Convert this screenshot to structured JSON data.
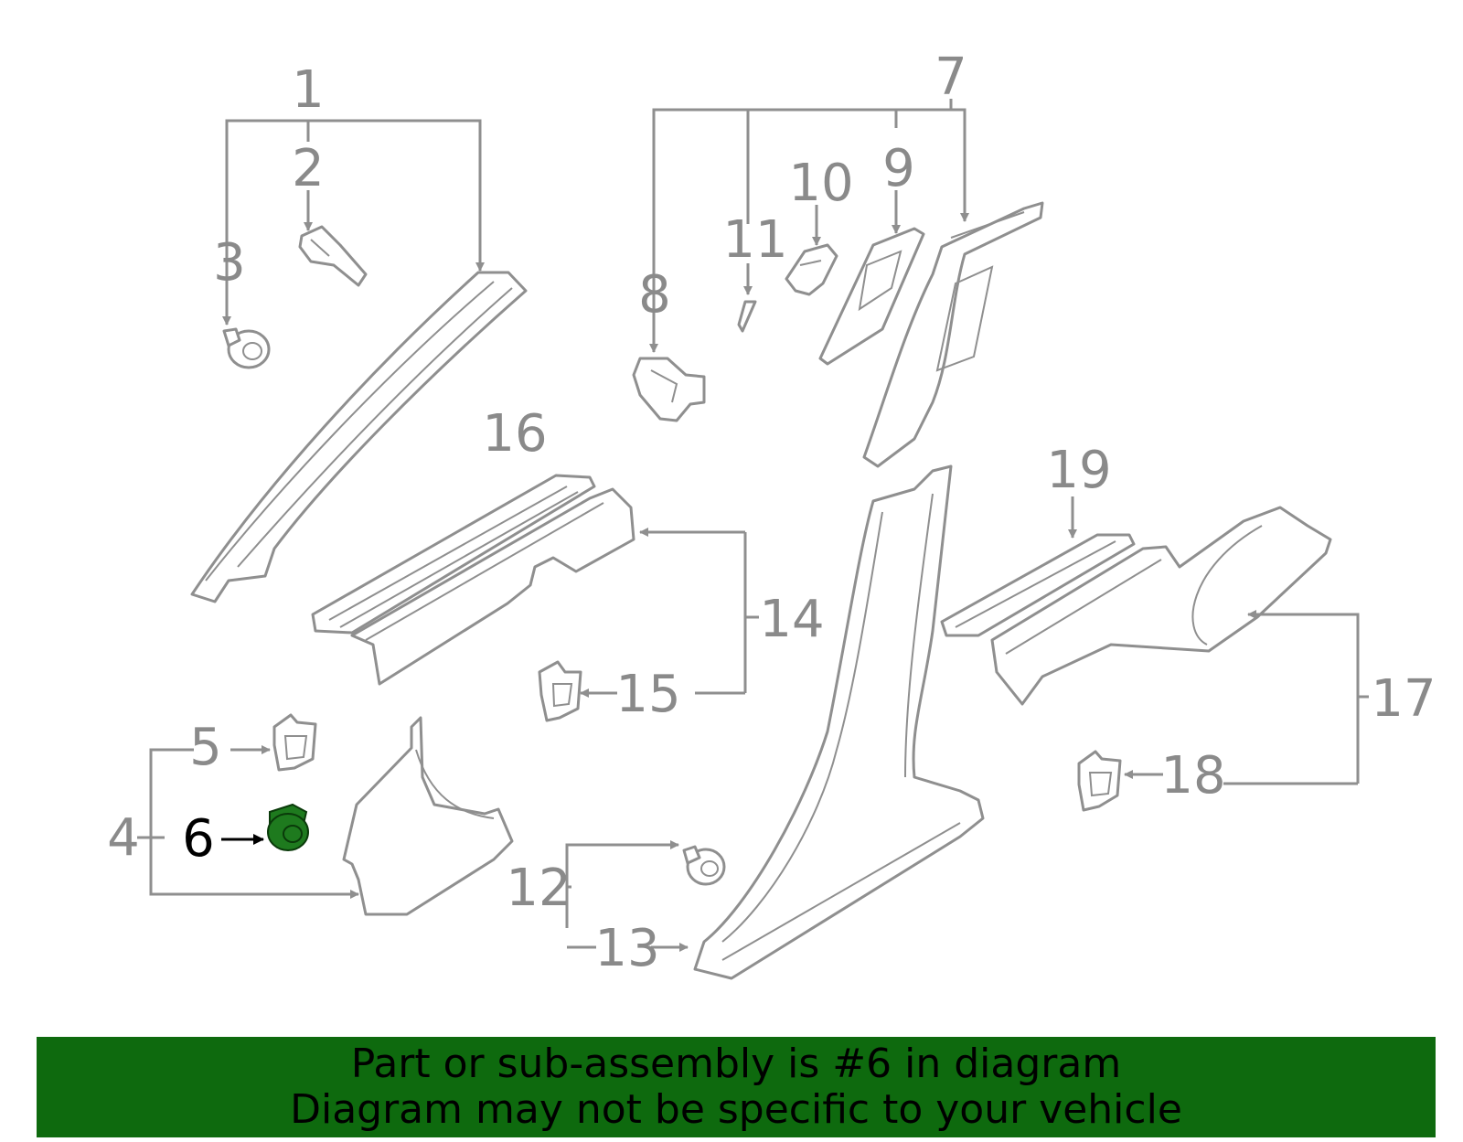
{
  "diagram": {
    "highlight_color": "#1e7a1e",
    "line_color": "#8f8f8f",
    "labels": [
      "1",
      "2",
      "3",
      "4",
      "5",
      "6",
      "7",
      "8",
      "9",
      "10",
      "11",
      "12",
      "13",
      "14",
      "15",
      "16",
      "17",
      "18",
      "19"
    ],
    "highlighted_label": "6"
  },
  "banner": {
    "line1": "Part or sub-assembly is #6 in diagram",
    "line2": "Diagram may not be specific to your vehicle",
    "background": "#0e6a0e"
  }
}
